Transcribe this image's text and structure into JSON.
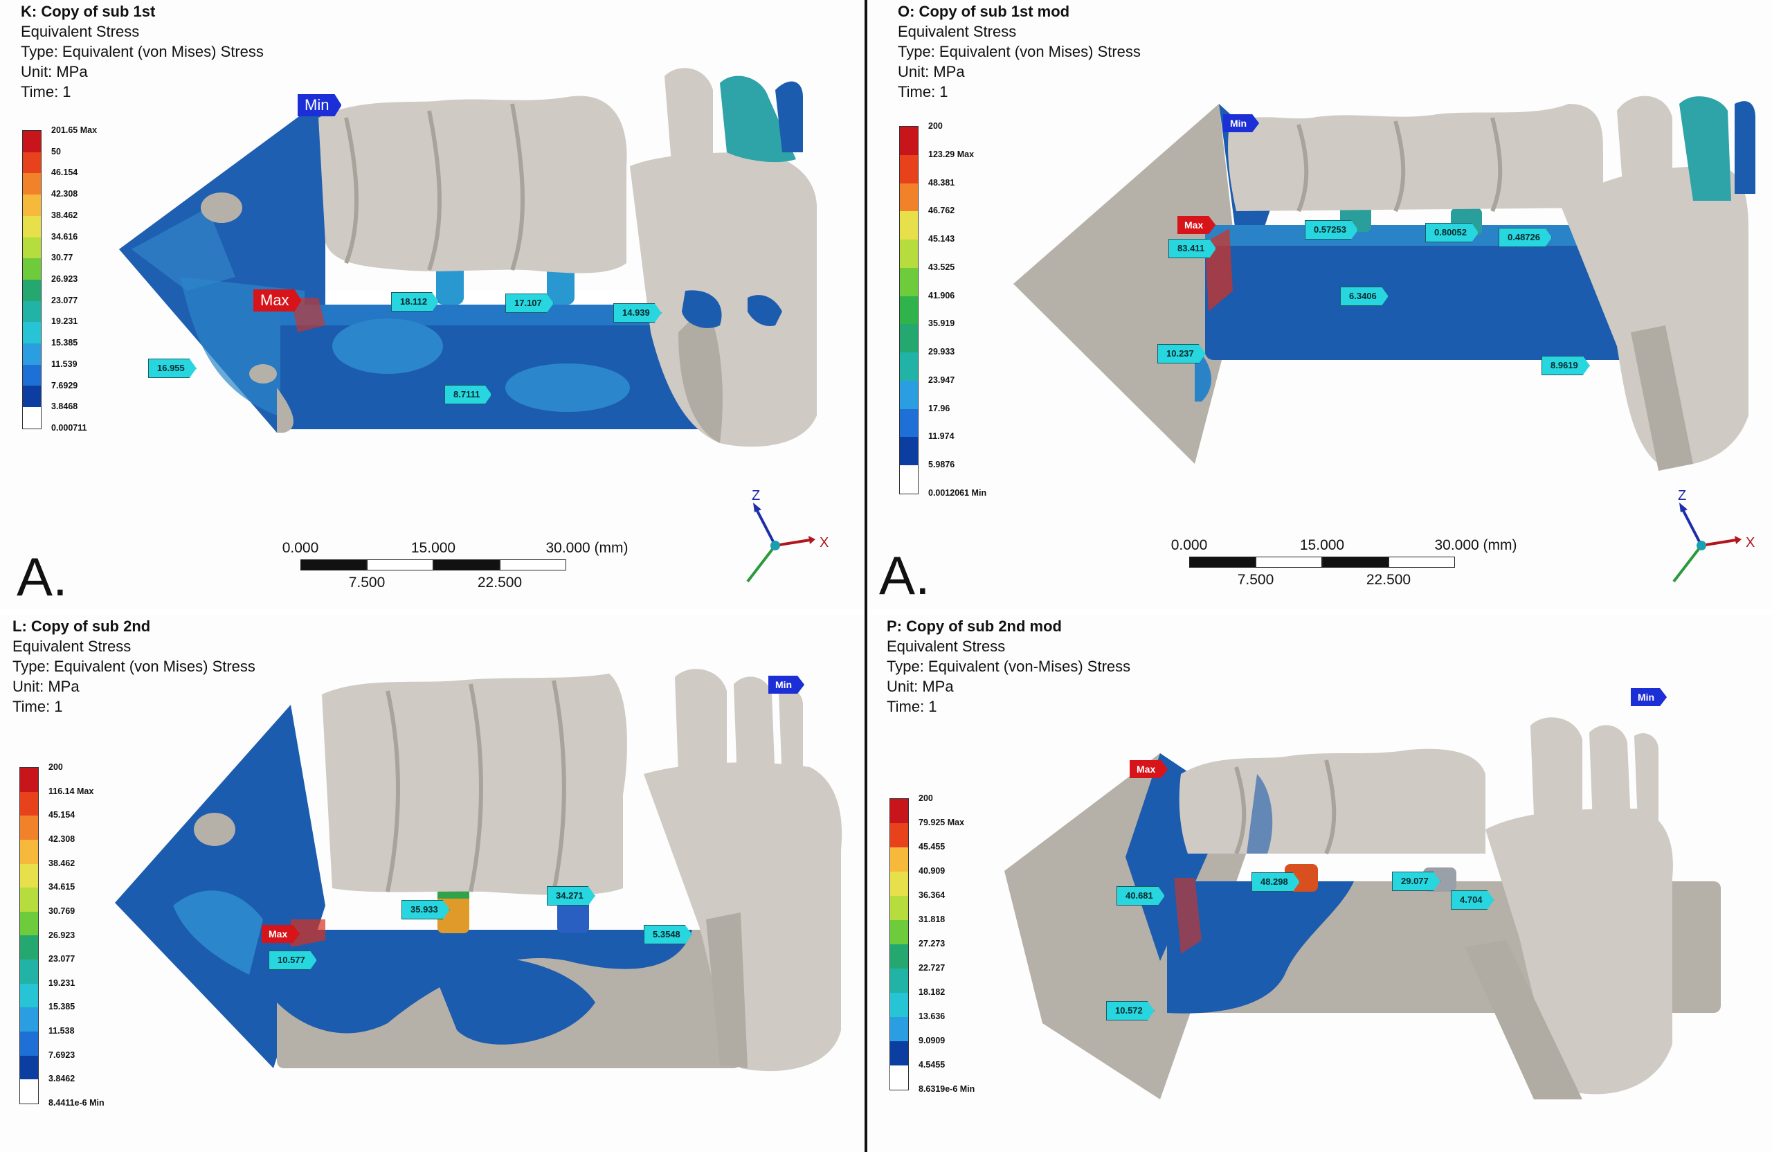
{
  "panels": [
    {
      "id": "K",
      "header": {
        "title": "K: Copy of sub 1st",
        "result": "Equivalent Stress",
        "type": "Type: Equivalent (von Mises) Stress",
        "unit": "Unit: MPa",
        "time": "Time: 1"
      },
      "legend": {
        "labels": [
          "201.65 Max",
          "50",
          "46.154",
          "42.308",
          "38.462",
          "34.616",
          "30.77",
          "26.923",
          "23.077",
          "19.231",
          "15.385",
          "11.539",
          "7.6929",
          "3.8468",
          "0.000711"
        ]
      },
      "tags": {
        "max": "Max",
        "min": "Min"
      },
      "probes": [
        "18.112",
        "17.107",
        "14.939",
        "16.955",
        "8.7111"
      ],
      "panel_letter": "A.",
      "scale": {
        "top": [
          "0.000",
          "15.000",
          "30.000 (mm)"
        ],
        "bottom": [
          "7.500",
          "22.500"
        ]
      },
      "triad": {
        "z": "Z",
        "x": "X"
      }
    },
    {
      "id": "O",
      "header": {
        "title": "O: Copy of sub 1st mod",
        "result": "Equivalent Stress",
        "type": "Type: Equivalent (von Mises) Stress",
        "unit": "Unit: MPa",
        "time": "Time: 1"
      },
      "legend": {
        "labels": [
          "200",
          "123.29 Max",
          "48.381",
          "46.762",
          "45.143",
          "43.525",
          "41.906",
          "35.919",
          "29.933",
          "23.947",
          "17.96",
          "11.974",
          "5.9876",
          "0.0012061 Min"
        ]
      },
      "tags": {
        "max": "Max",
        "min": "Min"
      },
      "probes": [
        "83.411",
        "0.57253",
        "0.80052",
        "0.48726",
        "6.3406",
        "10.237",
        "8.9619"
      ],
      "panel_letter": "A.",
      "scale": {
        "top": [
          "0.000",
          "15.000",
          "30.000 (mm)"
        ],
        "bottom": [
          "7.500",
          "22.500"
        ]
      },
      "triad": {
        "z": "Z",
        "x": "X"
      }
    },
    {
      "id": "L",
      "header": {
        "title": "L: Copy of sub 2nd",
        "result": "Equivalent Stress",
        "type": "Type: Equivalent (von Mises) Stress",
        "unit": "Unit: MPa",
        "time": "Time: 1"
      },
      "legend": {
        "labels": [
          "200",
          "116.14 Max",
          "45.154",
          "42.308",
          "38.462",
          "34.615",
          "30.769",
          "26.923",
          "23.077",
          "19.231",
          "15.385",
          "11.538",
          "7.6923",
          "3.8462",
          "8.4411e-6 Min"
        ]
      },
      "tags": {
        "max": "Max",
        "min": "Min"
      },
      "probes": [
        "35.933",
        "34.271",
        "5.3548",
        "10.577"
      ]
    },
    {
      "id": "P",
      "header": {
        "title": "P: Copy of sub 2nd mod",
        "result": "Equivalent Stress",
        "type": "Type: Equivalent (von-Mises) Stress",
        "unit": "Unit: MPa",
        "time": "Time: 1"
      },
      "legend": {
        "labels": [
          "200",
          "79.925 Max",
          "45.455",
          "40.909",
          "36.364",
          "31.818",
          "27.273",
          "22.727",
          "18.182",
          "13.636",
          "9.0909",
          "4.5455",
          "8.6319e-6 Min"
        ]
      },
      "tags": {
        "max": "Max",
        "min": "Min"
      },
      "probes": [
        "48.298",
        "29.077",
        "40.681",
        "4.704",
        "10.572"
      ]
    }
  ],
  "colors": {
    "bone": "#b5b0a8",
    "tooth": "#cfcac3",
    "implant_blue": "#1a5fb3",
    "dark_blue": "#0b3ea0",
    "probe": "#27d6de",
    "max": "#d8141b",
    "min": "#1c2fd6"
  },
  "legend_colors": [
    "#c8141b",
    "#e8421c",
    "#f2822a",
    "#f7b93b",
    "#e8e04a",
    "#b7dc3e",
    "#6ecb3c",
    "#2fb34a",
    "#24a870",
    "#21b3a6",
    "#27c4d6",
    "#2a9ee0",
    "#1e6fd6",
    "#0b3ea0",
    "#ffffff"
  ]
}
